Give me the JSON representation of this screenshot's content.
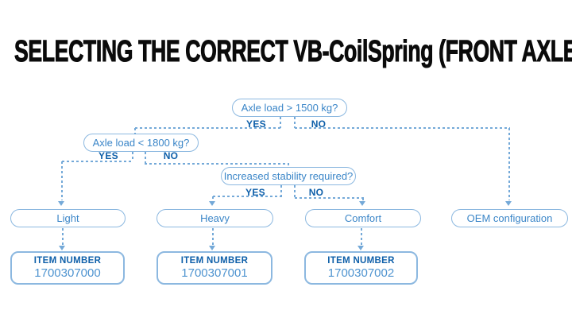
{
  "title": "SELECTING THE CORRECT VB-CoilSpring (FRONT AXLE)",
  "colors": {
    "title_black": "#0b0b0b",
    "dark_blue_labels": "#0e5fa9",
    "mid_blue_text": "#3b86c8",
    "box_border_blue": "#8cb8e0",
    "dashed_line_blue": "#74a9d8",
    "item_number_blue": "#4f94d0"
  },
  "flowchart": {
    "q1": {
      "text": "Axle load > 1500 kg?",
      "yes": "YES",
      "no": "NO"
    },
    "q2": {
      "text": "Axle load < 1800 kg?",
      "yes": "YES",
      "no": "NO"
    },
    "q3": {
      "text": "Increased stability required?",
      "yes": "YES",
      "no": "NO"
    },
    "results": {
      "light": "Light",
      "heavy": "Heavy",
      "comfort": "Comfort",
      "oem": "OEM configuration"
    },
    "items": {
      "label": "ITEM NUMBER",
      "light_number": "1700307000",
      "heavy_number": "1700307001",
      "comfort_number": "1700307002"
    }
  }
}
